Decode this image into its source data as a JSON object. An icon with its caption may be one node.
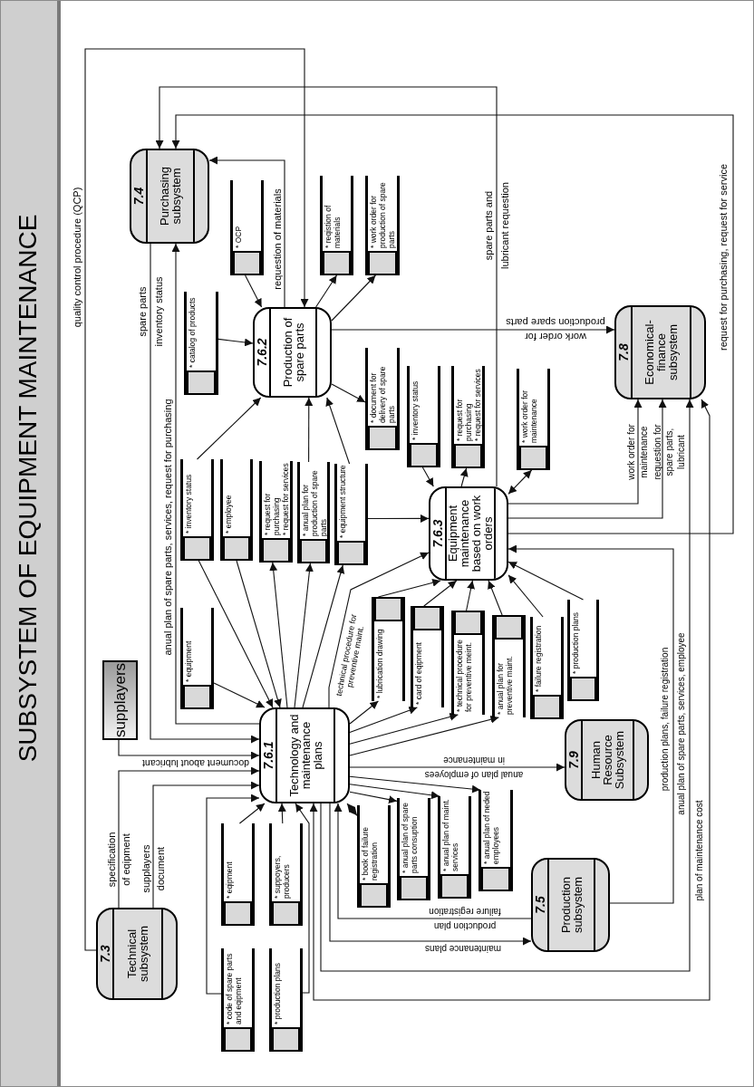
{
  "diagram": {
    "title": "SUBSYSTEM OF EQUIPMENT MAINTENANCE",
    "nodes": [
      {
        "text": [
          "7.4",
          "Purchasing subsystem"
        ]
      },
      {
        "text": [
          "7.6.2",
          "Production of spare parts"
        ]
      },
      {
        "text": [
          "7.8",
          "Economical-finance subsystem"
        ]
      },
      {
        "text": [
          "7.6.3",
          "Equipment maintenance based on work orders"
        ]
      },
      {
        "text": [
          "7.6.1",
          "Technology and maintenance plans"
        ]
      },
      {
        "text": [
          "7.9",
          "Human Resource Subsystem"
        ]
      },
      {
        "text": [
          "7.5",
          "Production subsystem"
        ]
      },
      {
        "text": [
          "7.3",
          "Technical subsystem"
        ]
      },
      {
        "text": [
          "supplayers"
        ]
      },
      {
        "text": [
          "* OCP"
        ]
      },
      {
        "text": [
          "* reqistion of materials"
        ]
      },
      {
        "text": [
          "* work order for production of spare parts"
        ]
      },
      {
        "text": [
          "* catalog of products"
        ]
      },
      {
        "text": [
          "* document for delivery of spare parts"
        ]
      },
      {
        "text": [
          "* inventory status"
        ]
      },
      {
        "text": [
          "* request for purchasing",
          "* request for services"
        ]
      },
      {
        "text": [
          "* work order for maintenance"
        ]
      },
      {
        "text": [
          "* inventory status"
        ]
      },
      {
        "text": [
          "* employee"
        ]
      },
      {
        "text": [
          "* request for purchasing",
          "* request for services"
        ]
      },
      {
        "text": [
          "* anual plan for production of spare parts"
        ]
      },
      {
        "text": [
          "* equipment structure"
        ]
      },
      {
        "text": [
          "* equipment"
        ]
      },
      {
        "text": [
          "* lubrication drawing"
        ]
      },
      {
        "text": [
          "* card of eqipment"
        ]
      },
      {
        "text": [
          "* technical procedure for preventive meint."
        ]
      },
      {
        "text": [
          "* anual plan for preventive maint."
        ]
      },
      {
        "text": [
          "* failure registration"
        ]
      },
      {
        "text": [
          "* production plans"
        ]
      },
      {
        "text": [
          "* book of failure registration"
        ]
      },
      {
        "text": [
          "* anual plan of spare parts consuption"
        ]
      },
      {
        "text": [
          "* anual plan of maint. services"
        ]
      },
      {
        "text": [
          "* anual plan of neded employees"
        ]
      },
      {
        "text": [
          "* eqipment"
        ]
      },
      {
        "text": [
          "* suppoyers, producers"
        ]
      },
      {
        "text": [
          "* code of spare parts and eqipment"
        ]
      },
      {
        "text": [
          "* production plans"
        ]
      }
    ],
    "edges": [
      {
        "from": 7,
        "to": 1,
        "arrow": "to",
        "label": "quality control procedure (QCP)"
      },
      {
        "from": 3,
        "to": 0,
        "arrow": "to",
        "label": "spare parts and lubricant requestion"
      },
      {
        "from": 3,
        "to": 0,
        "arrow": "to",
        "label": "request for purchasing, request for service"
      },
      {
        "from": 1,
        "to": 0,
        "arrow": "to",
        "label": "requestion of materials"
      },
      {
        "from": 9,
        "to": 1,
        "arrow": "to"
      },
      {
        "from": 12,
        "to": 1,
        "arrow": "to"
      },
      {
        "from": 1,
        "to": 10,
        "arrow": "to"
      },
      {
        "from": 1,
        "to": 11,
        "arrow": "to"
      },
      {
        "from": 1,
        "to": 13,
        "arrow": "to"
      },
      {
        "from": 1,
        "to": 2,
        "arrow": "to",
        "label": "work order for production spare parts"
      },
      {
        "from": 0,
        "to": 4,
        "arrow": "to",
        "label": "spare parts inventory status"
      },
      {
        "from": 4,
        "to": 0,
        "arrow": "to",
        "label": "anual plan of spare parts, services, request for purchasing"
      },
      {
        "from": 8,
        "to": 4,
        "arrow": "to",
        "label": "document about lubricant"
      },
      {
        "from": 7,
        "to": 4,
        "arrow": "to",
        "label": "specification of eqipment"
      },
      {
        "from": 7,
        "to": 4,
        "arrow": "to",
        "label": "supplayers document"
      },
      {
        "from": 35,
        "to": 4,
        "arrow": "to"
      },
      {
        "from": 33,
        "to": 4,
        "arrow": "to"
      },
      {
        "from": 34,
        "to": 4,
        "arrow": "to"
      },
      {
        "from": 36,
        "to": 4,
        "arrow": "to"
      },
      {
        "from": 2,
        "to": 4,
        "arrow": "both",
        "label": "plan of maintenance cost"
      },
      {
        "from": 4,
        "to": 2,
        "arrow": "to",
        "label": "anual plan of spare parts, services, employee"
      },
      {
        "from": 4,
        "to": 6,
        "arrow": "to",
        "label": "maintenance plans"
      },
      {
        "from": 6,
        "to": 4,
        "arrow": "to",
        "label": "production plan failure registration"
      },
      {
        "from": 6,
        "to": 3,
        "arrow": "to",
        "label": "production plans, failure registration"
      },
      {
        "from": 4,
        "to": 5,
        "arrow": "to",
        "label": "anual plan of employees in maintenance"
      },
      {
        "from": 4,
        "to": 3,
        "arrow": "to",
        "label": "technical procedure for preventive maint."
      },
      {
        "from": 22,
        "to": 4,
        "arrow": "to"
      },
      {
        "from": 17,
        "to": 4,
        "arrow": "to"
      },
      {
        "from": 18,
        "to": 4,
        "arrow": "to"
      },
      {
        "from": 4,
        "to": 19,
        "arrow": "to"
      },
      {
        "from": 4,
        "to": 20,
        "arrow": "to"
      },
      {
        "from": 4,
        "to": 21,
        "arrow": "to"
      },
      {
        "from": 4,
        "to": 23,
        "arrow": "to"
      },
      {
        "from": 4,
        "to": 24,
        "arrow": "to"
      },
      {
        "from": 4,
        "to": 25,
        "arrow": "to"
      },
      {
        "from": 4,
        "to": 26,
        "arrow": "to"
      },
      {
        "from": 17,
        "to": 1,
        "arrow": "to"
      },
      {
        "from": 20,
        "to": 1,
        "arrow": "to"
      },
      {
        "from": 21,
        "to": 1,
        "arrow": "to"
      },
      {
        "from": 21,
        "to": 3,
        "arrow": "to"
      },
      {
        "from": 14,
        "to": 3,
        "arrow": "to"
      },
      {
        "from": 3,
        "to": 15,
        "arrow": "to"
      },
      {
        "from": 3,
        "to": 16,
        "arrow": "both"
      },
      {
        "from": 3,
        "to": 2,
        "arrow": "to",
        "label": "work order for maintenance"
      },
      {
        "from": 3,
        "to": 2,
        "arrow": "to",
        "label": "requestion for spare parts, lubricant"
      },
      {
        "from": 23,
        "to": 3,
        "arrow": "to"
      },
      {
        "from": 24,
        "to": 3,
        "arrow": "to"
      },
      {
        "from": 25,
        "to": 3,
        "arrow": "to"
      },
      {
        "from": 26,
        "to": 3,
        "arrow": "to"
      },
      {
        "from": 27,
        "to": 3,
        "arrow": "to"
      },
      {
        "from": 28,
        "to": 3,
        "arrow": "to"
      },
      {
        "from": 4,
        "to": 29,
        "arrow": "both"
      },
      {
        "from": 4,
        "to": 30,
        "arrow": "to"
      },
      {
        "from": 4,
        "to": 31,
        "arrow": "to"
      },
      {
        "from": 4,
        "to": 32,
        "arrow": "to"
      }
    ]
  }
}
